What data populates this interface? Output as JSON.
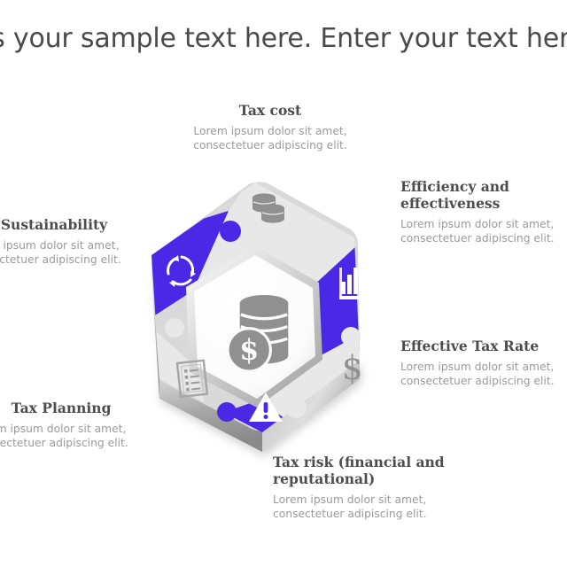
{
  "slide": {
    "title": "is your sample text here. Enter your text her",
    "background": "#ffffff"
  },
  "colors": {
    "accent_blue": "#4a28e6",
    "segment_light": "#e8e8e8",
    "bevel_gray": "#b9b9b9",
    "icon_gray": "#909090",
    "title_text": "#4a4a4a",
    "label_title_text": "#4d4d4d",
    "label_body_text": "#9a9a9a",
    "center_face": "#fbfbfb"
  },
  "center": {
    "icon": "coin-stack-dollar-icon"
  },
  "segments": [
    {
      "id": "tax-cost",
      "title": "Tax cost",
      "body": "Lorem ipsum dolor sit amet,\nconsectetuer adipiscing  elit.",
      "fill": "#e8e8e8",
      "icon": "coins-icon",
      "icon_color": "#909090",
      "position": "top",
      "align": "center"
    },
    {
      "id": "efficiency-and-effectiveness",
      "title": "Efficiency  and\neffectiveness",
      "body": "Lorem ipsum  dolor sit amet,\nconsectetuer adipiscing  elit.",
      "fill": "#4a28e6",
      "icon": "bar-chart-icon",
      "icon_color": "#ffffff",
      "position": "top-right",
      "align": "left"
    },
    {
      "id": "effective-tax-rate",
      "title": "Effective  Tax Rate",
      "body": "Lorem ipsum  dolor sit amet,\nconsectetuer adipiscing  elit.",
      "fill": "#e8e8e8",
      "icon": "dollar-sign-icon",
      "icon_color": "#909090",
      "position": "bottom-right",
      "align": "left"
    },
    {
      "id": "tax-risk",
      "title": "Tax risk  (financial  and\nreputational)",
      "body": "Lorem ipsum  dolor sit amet,\nconsectetuer adipiscing  elit.",
      "fill": "#4a28e6",
      "icon": "warning-triangle-icon",
      "icon_color": "#ffffff",
      "position": "bottom",
      "align": "left"
    },
    {
      "id": "tax-planning",
      "title": "Tax Planning",
      "body": "m ipsum  dolor sit amet,\nsectetuer adipiscing  elit.",
      "fill": "#e8e8e8",
      "icon": "checklist-icon",
      "icon_color": "#909090",
      "position": "bottom-left",
      "align": "center"
    },
    {
      "id": "sustainability",
      "title": "Sustainability",
      "body": "m ipsum dolor sit amet,\nsectetuer adipiscing  elit.",
      "fill": "#4a28e6",
      "icon": "recycle-cycle-icon",
      "icon_color": "#ffffff",
      "position": "top-left",
      "align": "center"
    }
  ]
}
